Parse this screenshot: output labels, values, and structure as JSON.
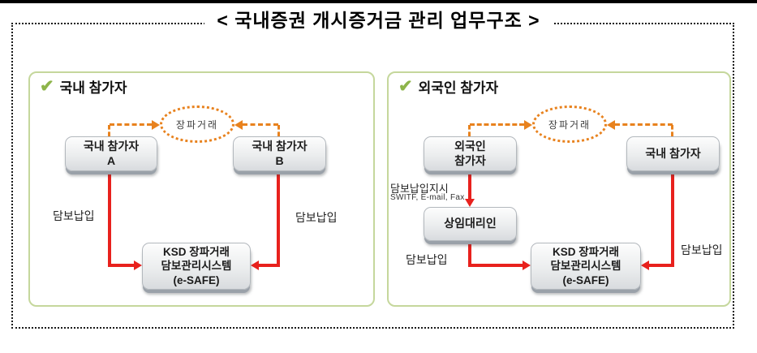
{
  "title": "< 국내증권 개시증거금 관리 업무구조 >",
  "icons": {
    "check": "✔"
  },
  "colors": {
    "panel_border": "#c5d79c",
    "check_green": "#8db44a",
    "dash_orange": "#e8821e",
    "arrow_red": "#e8211d",
    "node_shadow": "#9aa1a9"
  },
  "panels": {
    "domestic": {
      "header": "국내 참가자",
      "otc_bubble": "장파거래",
      "participant_a": {
        "line1": "국내 참가자",
        "line2": "A"
      },
      "participant_b": {
        "line1": "국내 참가자",
        "line2": "B"
      },
      "deposit_left": "담보납입",
      "deposit_right": "담보납입",
      "ksd": {
        "line1": "KSD 장파거래",
        "line2": "담보관리시스템",
        "line3": "(e-SAFE)"
      }
    },
    "foreign": {
      "header": "외국인 참가자",
      "otc_bubble": "장파거래",
      "foreign_participant": {
        "line1": "외국인",
        "line2": "참가자"
      },
      "domestic_participant": "국내 참가자",
      "custodian": "상임대리인",
      "instruction": "담보납입지시",
      "instruction_channels": "SWITF, E-mail, Fax",
      "deposit_left": "담보납입",
      "deposit_right": "담보납입",
      "ksd": {
        "line1": "KSD 장파거래",
        "line2": "담보관리시스템",
        "line3": "(e-SAFE)"
      }
    }
  }
}
